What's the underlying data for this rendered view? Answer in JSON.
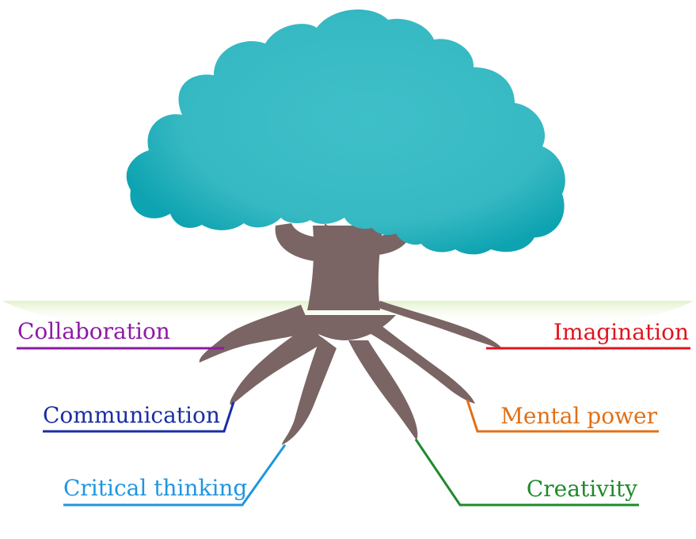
{
  "colors": {
    "canopy": "#3bbdc7",
    "canopy_dark": "#0fa4b2",
    "trunk": "#7a6464",
    "ground": "#e6f4d3",
    "collaboration": "#8e1aa6",
    "communication": "#1a2ea3",
    "critical_thinking": "#1f96e0",
    "imagination": "#e0141e",
    "mental_power": "#e07018",
    "creativity": "#1e8a2a"
  },
  "labels": {
    "collaboration": "Collaboration",
    "communication": "Communication",
    "critical_thinking": "Critical thinking",
    "imagination": "Imagination",
    "mental_power": "Mental power",
    "creativity": "Creativity"
  }
}
